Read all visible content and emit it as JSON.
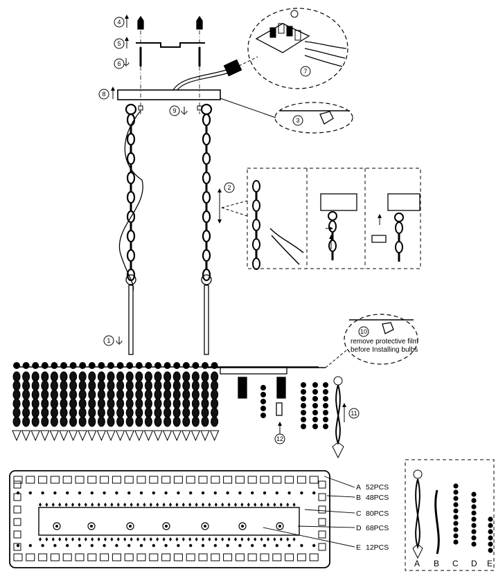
{
  "steps": {
    "s1": "1",
    "s2": "2",
    "s3": "3",
    "s4": "4",
    "s5": "5",
    "s6": "6",
    "s7": "7",
    "s8": "8",
    "s9": "9",
    "s10": "10",
    "s11": "11",
    "s12": "12"
  },
  "callout10": {
    "line1": "remove protective film",
    "line2": "before Installing bulbs"
  },
  "parts": [
    {
      "letter": "A",
      "qty": "52PCS"
    },
    {
      "letter": "B",
      "qty": "48PCS"
    },
    {
      "letter": "C",
      "qty": "80PCS"
    },
    {
      "letter": "D",
      "qty": "68PCS"
    },
    {
      "letter": "E",
      "qty": "12PCS"
    }
  ],
  "colors": {
    "line": "#000000",
    "dash": "#000000",
    "background": "#ffffff"
  }
}
